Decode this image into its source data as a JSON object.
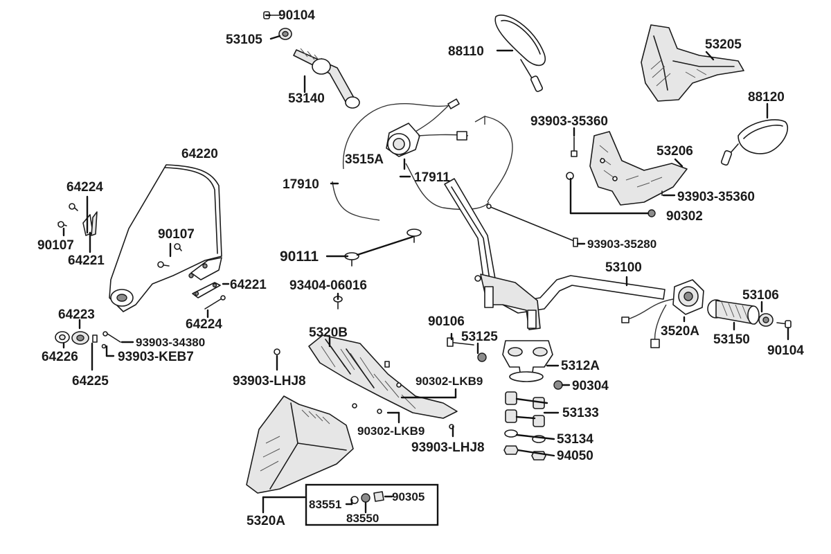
{
  "diagram": {
    "parts": {
      "p90104_top": "90104",
      "p53105": "53105",
      "p53140": "53140",
      "p88110": "88110",
      "p53205": "53205",
      "p88120": "88120",
      "p93903_35360_a": "93903-35360",
      "p53206": "53206",
      "p93903_35360_b": "93903-35360",
      "p90302": "90302",
      "p93903_35280": "93903-35280",
      "p3515a": "3515A",
      "p17911": "17911",
      "p17910": "17910",
      "p64220": "64220",
      "p64224_a": "64224",
      "p90107_a": "90107",
      "p64221_a": "64221",
      "p90107_b": "90107",
      "p64221_b": "64221",
      "p64224_b": "64224",
      "p90111": "90111",
      "p93404": "93404-06016",
      "p53100": "53100",
      "p53106": "53106",
      "p3520a": "3520A",
      "p53150": "53150",
      "p90104_bot": "90104",
      "p64223": "64223",
      "p93903_34380": "93903-34380",
      "p93903_keb7": "93903-KEB7",
      "p64226": "64226",
      "p64225": "64225",
      "p5320b": "5320B",
      "p90106": "90106",
      "p53125": "53125",
      "p5312a": "5312A",
      "p93903_lhj8_a": "93903-LHJ8",
      "p90302_lkb9_a": "90302-LKB9",
      "p90304": "90304",
      "p53133": "53133",
      "p53134": "53134",
      "p94050": "94050",
      "p90302_lkb9_b": "90302-LKB9",
      "p93903_lhj8_b": "93903-LHJ8",
      "p83551": "83551",
      "p90305": "90305",
      "p83550": "83550",
      "p5320a": "5320A"
    }
  }
}
